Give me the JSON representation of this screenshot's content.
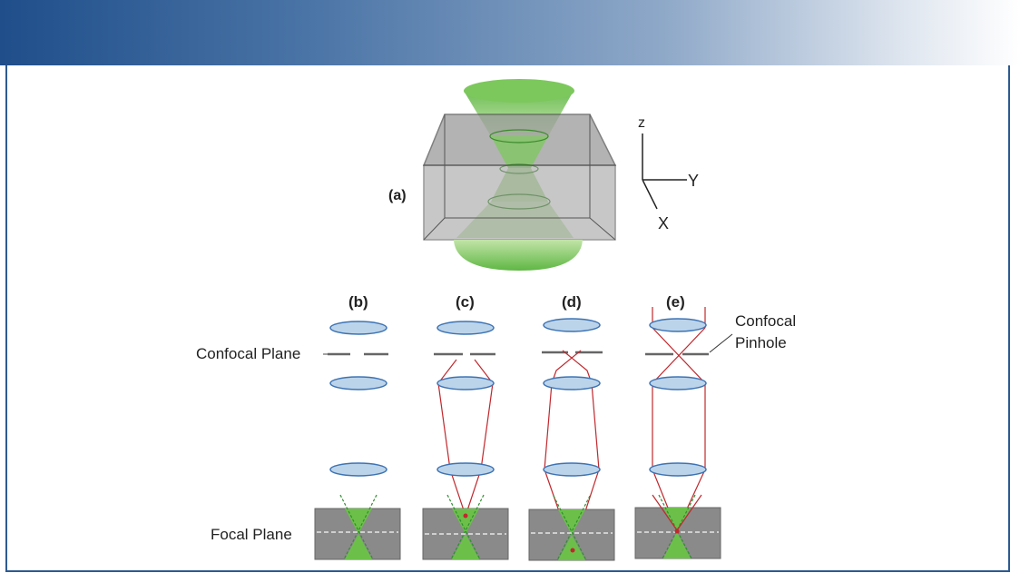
{
  "labels": {
    "panel_a": "(a)",
    "panel_b": "(b)",
    "panel_c": "(c)",
    "panel_d": "(d)",
    "panel_e": "(e)",
    "confocal_plane": "Confocal Plane",
    "focal_plane": "Focal Plane",
    "pinhole_line1": "Confocal",
    "pinhole_line2": "Pinhole"
  },
  "axes": {
    "z": "z",
    "y": "Y",
    "x": "X"
  },
  "colors": {
    "header_dark": "#1f4e8a",
    "frame": "#2d5a91",
    "lens_fill": "#bcd4ea",
    "lens_stroke": "#3d73b3",
    "ray": "#c0282d",
    "beam_green": "#6cc04a",
    "sample_gray": "#8a8a8a"
  }
}
